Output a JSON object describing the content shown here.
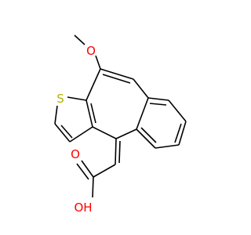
{
  "diagram": {
    "type": "chemical-structure",
    "atoms": {
      "methoxy_oxygen": "O",
      "methyl": "",
      "thiophene_sulfur": "S",
      "carbonyl_oxygen": "O",
      "hydroxyl": "OH"
    },
    "colors": {
      "bond": "#000000",
      "oxygen": "#ff0000",
      "sulfur": "#b2b200"
    }
  }
}
